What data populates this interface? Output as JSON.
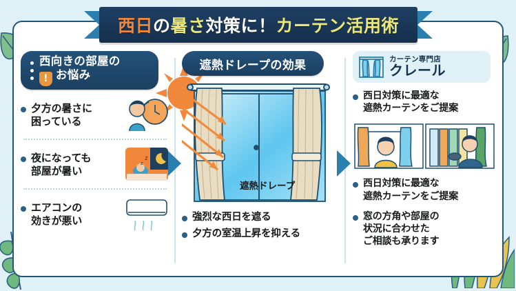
{
  "title": {
    "parts": [
      {
        "text": "西日",
        "color": "#f0873a"
      },
      {
        "text": "の",
        "color": "#ffffff"
      },
      {
        "text": "暑さ",
        "color": "#e9e77c"
      },
      {
        "text": "対策に！",
        "color": "#ffffff"
      },
      {
        "text": "カーテン活用術",
        "color": "#e9e77c"
      }
    ],
    "full": "西日の暑さ対策に！カーテン活用術"
  },
  "left": {
    "heading_line1": "西向きの部屋の",
    "heading_line2": "お悩み",
    "warning_glyph": "!",
    "items": [
      {
        "label": "夕方の暑さに\n困っている",
        "icon": "man-sweating-clock-icon"
      },
      {
        "label": "夜になっても\n部屋が暑い",
        "icon": "sleeping-night-icon"
      },
      {
        "label": "エアコンの\n効きが悪い",
        "icon": "air-conditioner-icon"
      }
    ]
  },
  "middle": {
    "heading": "遮熱ドレープの効果",
    "illustration_caption": "遮熱ドレープ",
    "items": [
      "強烈な西日を遮る",
      "夕方の室温上昇を抑える"
    ]
  },
  "right": {
    "brand_sub": "カーテン専門店",
    "brand_name": "クレール",
    "items": [
      "西日対策に最適な\n遮熱カーテンをご提案",
      "西日対策に最適な\n遮熱カーテンをご提案",
      "窓の方角や部屋の\n状況に合わせた\nご相談も承ります"
    ]
  },
  "colors": {
    "background": "#dff0f7",
    "card": "#ffffff",
    "card_border": "#1f5878",
    "ribbon_dark": "#1e3f63",
    "ribbon_tail": "#2a7fae",
    "accent_orange": "#f0873a",
    "accent_yellow": "#e9e77c",
    "bullet": "#2b5f86",
    "leaf_green": "#5aa469",
    "leaf_yellow": "#e8c44e"
  }
}
